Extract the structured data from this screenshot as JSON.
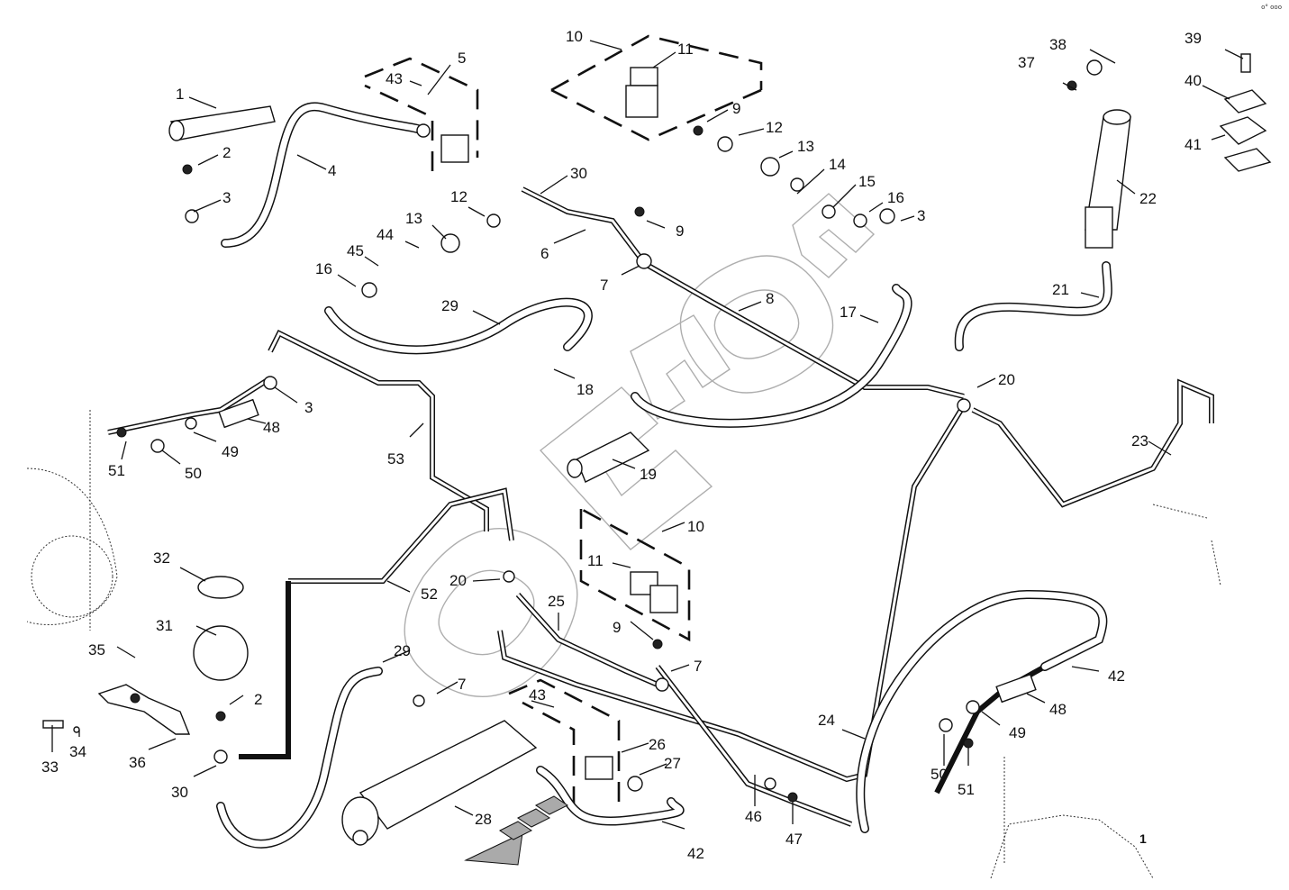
{
  "diagram": {
    "title": "Hydraulic lines assembly (exploded parts view)",
    "corner_text": "o° ooo",
    "watermark": "SUBOFF",
    "direction_marker": "front-direction-arrow",
    "labels": [
      {
        "id": "l1",
        "text": "1"
      },
      {
        "id": "l2a",
        "text": "2"
      },
      {
        "id": "l3a",
        "text": "3"
      },
      {
        "id": "l4",
        "text": "4"
      },
      {
        "id": "l5",
        "text": "5"
      },
      {
        "id": "l43a",
        "text": "43"
      },
      {
        "id": "l10a",
        "text": "10"
      },
      {
        "id": "l11a",
        "text": "11"
      },
      {
        "id": "l9a",
        "text": "9"
      },
      {
        "id": "l12a",
        "text": "12"
      },
      {
        "id": "l13a",
        "text": "13"
      },
      {
        "id": "l14",
        "text": "14"
      },
      {
        "id": "l15",
        "text": "15"
      },
      {
        "id": "l16a",
        "text": "16"
      },
      {
        "id": "l3b",
        "text": "3"
      },
      {
        "id": "l30a",
        "text": "30"
      },
      {
        "id": "l12b",
        "text": "12"
      },
      {
        "id": "l13b",
        "text": "13"
      },
      {
        "id": "l44",
        "text": "44"
      },
      {
        "id": "l45",
        "text": "45"
      },
      {
        "id": "l16b",
        "text": "16"
      },
      {
        "id": "l6",
        "text": "6"
      },
      {
        "id": "l9b",
        "text": "9"
      },
      {
        "id": "l7a",
        "text": "7"
      },
      {
        "id": "l8",
        "text": "8"
      },
      {
        "id": "l17",
        "text": "17"
      },
      {
        "id": "l29a",
        "text": "29"
      },
      {
        "id": "l18",
        "text": "18"
      },
      {
        "id": "l37",
        "text": "37"
      },
      {
        "id": "l38",
        "text": "38"
      },
      {
        "id": "l39",
        "text": "39"
      },
      {
        "id": "l40",
        "text": "40"
      },
      {
        "id": "l41",
        "text": "41"
      },
      {
        "id": "l22",
        "text": "22"
      },
      {
        "id": "l21",
        "text": "21"
      },
      {
        "id": "l20a",
        "text": "20"
      },
      {
        "id": "l23",
        "text": "23"
      },
      {
        "id": "l3c",
        "text": "3"
      },
      {
        "id": "l48a",
        "text": "48"
      },
      {
        "id": "l49a",
        "text": "49"
      },
      {
        "id": "l50a",
        "text": "50"
      },
      {
        "id": "l51a",
        "text": "51"
      },
      {
        "id": "l53",
        "text": "53"
      },
      {
        "id": "l19",
        "text": "19"
      },
      {
        "id": "l10b",
        "text": "10"
      },
      {
        "id": "l11b",
        "text": "11"
      },
      {
        "id": "l32",
        "text": "32"
      },
      {
        "id": "l52",
        "text": "52"
      },
      {
        "id": "l20b",
        "text": "20"
      },
      {
        "id": "l25",
        "text": "25"
      },
      {
        "id": "l9c",
        "text": "9"
      },
      {
        "id": "l7b",
        "text": "7"
      },
      {
        "id": "l31",
        "text": "31"
      },
      {
        "id": "l35",
        "text": "35"
      },
      {
        "id": "l29b",
        "text": "29"
      },
      {
        "id": "l7c",
        "text": "7"
      },
      {
        "id": "l2b",
        "text": "2"
      },
      {
        "id": "l33",
        "text": "33"
      },
      {
        "id": "l34",
        "text": "34"
      },
      {
        "id": "l36",
        "text": "36"
      },
      {
        "id": "l30b",
        "text": "30"
      },
      {
        "id": "l43b",
        "text": "43"
      },
      {
        "id": "l26",
        "text": "26"
      },
      {
        "id": "l27",
        "text": "27"
      },
      {
        "id": "l28",
        "text": "28"
      },
      {
        "id": "l42a",
        "text": "42"
      },
      {
        "id": "l46",
        "text": "46"
      },
      {
        "id": "l47",
        "text": "47"
      },
      {
        "id": "l24",
        "text": "24"
      },
      {
        "id": "l42b",
        "text": "42"
      },
      {
        "id": "l48b",
        "text": "48"
      },
      {
        "id": "l49b",
        "text": "49"
      },
      {
        "id": "l50b",
        "text": "50"
      },
      {
        "id": "l51b",
        "text": "51"
      },
      {
        "id": "l1b",
        "text": "1"
      }
    ]
  }
}
